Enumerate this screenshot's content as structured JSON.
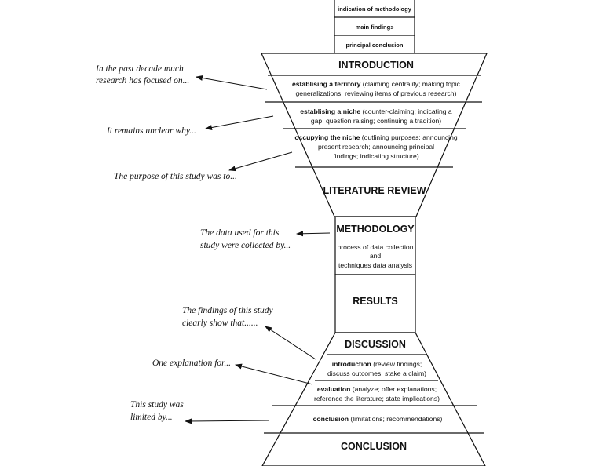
{
  "abstract": {
    "items": [
      "indication of methodology",
      "main findings",
      "principal conclusion"
    ]
  },
  "introduction": {
    "title": "INTRODUCTION",
    "moves": [
      {
        "bold": "establising a territory",
        "rest": " (claiming centrality; making topic",
        "line2": "generalizations; reviewing items of previous research)"
      },
      {
        "bold": "establising a niche",
        "rest": " (counter-claiming; indicating a",
        "line2": "gap; question raising; continuing a tradition)"
      },
      {
        "bold": "occupying the niche",
        "rest": " (outlining purposes; announcing",
        "line2": "present research; announcing principal",
        "line3": "findings; indicating structure)"
      }
    ]
  },
  "literature_review": {
    "title": "LITERATURE REVIEW"
  },
  "methodology": {
    "title": "METHODOLOGY",
    "line1": "process of data collection",
    "line2": "and",
    "line3": "techniques data analysis"
  },
  "results": {
    "title": "RESULTS"
  },
  "discussion": {
    "title": "DISCUSSION",
    "moves": [
      {
        "bold": "introduction",
        "rest": " (review findings;",
        "line2": "discuss outcomes; stake a claim)"
      },
      {
        "bold": "evaluation",
        "rest": " (analyze; offer explanations;",
        "line2": "reference the literature; state implications)"
      },
      {
        "bold": "conclusion",
        "rest": " (limitations; recommendations)"
      }
    ]
  },
  "conclusion": {
    "title": "CONCLUSION"
  },
  "phrases": [
    {
      "line1": "In the past decade much",
      "line2": "research has focused on..."
    },
    {
      "line1": "It remains unclear why..."
    },
    {
      "line1": "The purpose of this study was to..."
    },
    {
      "line1": "The data used for this",
      "line2": "study were collected by..."
    },
    {
      "line1": "The findings of this study",
      "line2": "clearly show that......"
    },
    {
      "line1": "One explanation for..."
    },
    {
      "line1": "This study was",
      "line2": "limited by..."
    }
  ]
}
